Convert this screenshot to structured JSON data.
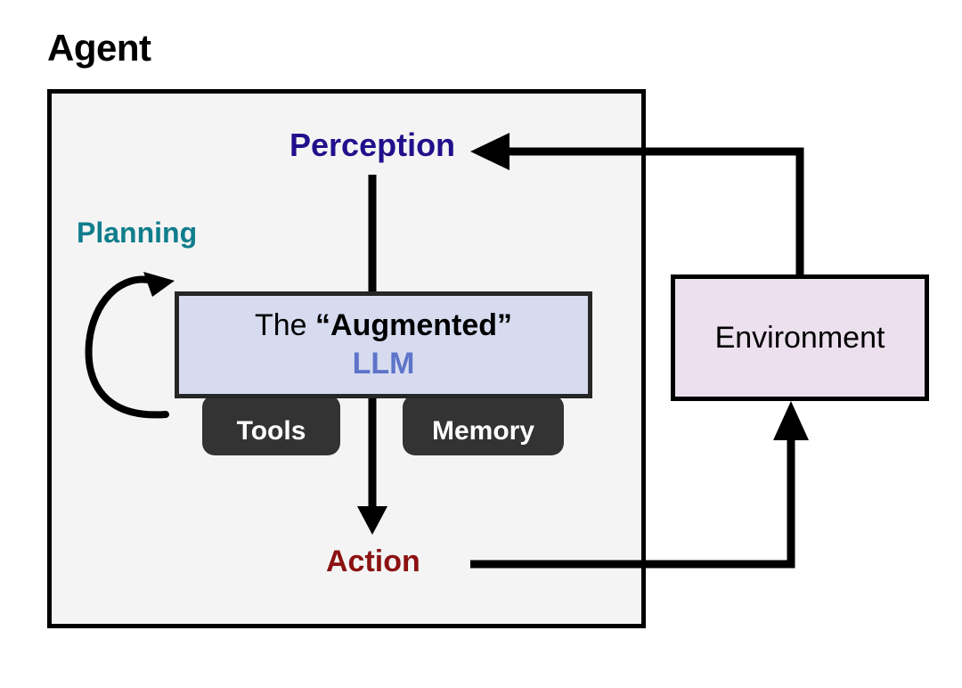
{
  "diagram": {
    "title": "Agent",
    "background_color": "#ffffff"
  },
  "agent": {
    "title": "Agent",
    "box_fill": "#f4f4f4",
    "box_stroke": "#000000"
  },
  "nodes": {
    "perception": {
      "label": "Perception",
      "color": "#21108c"
    },
    "planning": {
      "label": "Planning",
      "color": "#0f7d8c"
    },
    "action": {
      "label": "Action",
      "color": "#8c1111"
    },
    "llm": {
      "line1_prefix": "The ",
      "line1_emphasis": "“Augmented”",
      "line2": "LLM",
      "line2_color": "#5d74c9",
      "fill": "#d7dbf0",
      "stroke": "#262626"
    },
    "tools": {
      "label": "Tools",
      "fill": "#333333",
      "text_color": "#ffffff"
    },
    "memory": {
      "label": "Memory",
      "fill": "#333333",
      "text_color": "#ffffff"
    },
    "environment": {
      "label": "Environment",
      "fill": "#ecdfee",
      "stroke": "#000000",
      "text_color": "#000000"
    }
  },
  "edges": [
    {
      "name": "perception-to-llm",
      "from": "Perception",
      "to": "The “Augmented” LLM",
      "style": "straight-down-arrow"
    },
    {
      "name": "llm-to-action",
      "from": "The “Augmented” LLM",
      "to": "Action",
      "style": "straight-down-arrow"
    },
    {
      "name": "action-to-environment",
      "from": "Action",
      "to": "Environment",
      "style": "right-then-up-arrow"
    },
    {
      "name": "environment-to-perception",
      "from": "Environment",
      "to": "Perception",
      "style": "up-then-left-arrow"
    },
    {
      "name": "planning-self-loop",
      "from": "The “Augmented” LLM",
      "to": "The “Augmented” LLM",
      "style": "circular-self-loop"
    }
  ]
}
